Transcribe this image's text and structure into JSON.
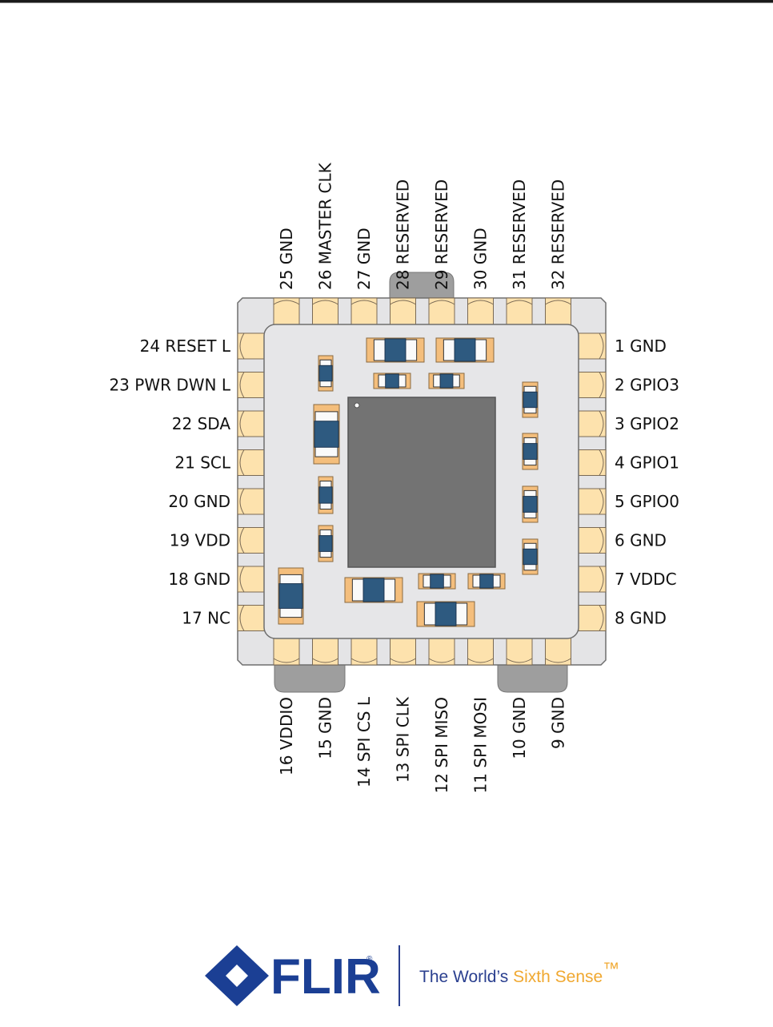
{
  "document": {
    "figure": "pinout-diagram",
    "pins": {
      "top": [
        {
          "num": "25",
          "name": "GND",
          "label": "25 GND"
        },
        {
          "num": "26",
          "name": "MASTER CLK",
          "label": "26 MASTER CLK"
        },
        {
          "num": "27",
          "name": "GND",
          "label": "27 GND"
        },
        {
          "num": "28",
          "name": "RESERVED",
          "label": "28 RESERVED"
        },
        {
          "num": "29",
          "name": "RESERVED",
          "label": "29 RESERVED"
        },
        {
          "num": "30",
          "name": "GND",
          "label": "30 GND"
        },
        {
          "num": "31",
          "name": "RESERVED",
          "label": "31 RESERVED"
        },
        {
          "num": "32",
          "name": "RESERVED",
          "label": "32 RESERVED"
        }
      ],
      "left": [
        {
          "num": "24",
          "name": "RESET L",
          "label": "24 RESET L"
        },
        {
          "num": "23",
          "name": "PWR DWN L",
          "label": "23 PWR DWN L"
        },
        {
          "num": "22",
          "name": "SDA",
          "label": "22 SDA"
        },
        {
          "num": "21",
          "name": "SCL",
          "label": "21 SCL"
        },
        {
          "num": "20",
          "name": "GND",
          "label": "20 GND"
        },
        {
          "num": "19",
          "name": "VDD",
          "label": "19 VDD"
        },
        {
          "num": "18",
          "name": "GND",
          "label": "18 GND"
        },
        {
          "num": "17",
          "name": "NC",
          "label": "17 NC"
        }
      ],
      "right": [
        {
          "num": "1",
          "name": "GND",
          "label": "1 GND"
        },
        {
          "num": "2",
          "name": "GPIO3",
          "label": "2 GPIO3"
        },
        {
          "num": "3",
          "name": "GPIO2",
          "label": "3 GPIO2"
        },
        {
          "num": "4",
          "name": "GPIO1",
          "label": "4 GPIO1"
        },
        {
          "num": "5",
          "name": "GPIO0",
          "label": "5 GPIO0"
        },
        {
          "num": "6",
          "name": "GND",
          "label": "6 GND"
        },
        {
          "num": "7",
          "name": "VDDC",
          "label": "7 VDDC"
        },
        {
          "num": "8",
          "name": "GND",
          "label": "8 GND"
        }
      ],
      "bottom": [
        {
          "num": "16",
          "name": "VDDIO",
          "label": "16 VDDIO"
        },
        {
          "num": "15",
          "name": "GND",
          "label": "15 GND"
        },
        {
          "num": "14",
          "name": "SPI CS L",
          "label": "14 SPI CS L"
        },
        {
          "num": "13",
          "name": "SPI CLK",
          "label": "13 SPI CLK"
        },
        {
          "num": "12",
          "name": "SPI MISO",
          "label": "12 SPI MISO"
        },
        {
          "num": "11",
          "name": "SPI MOSI",
          "label": "11 SPI MOSI"
        },
        {
          "num": "10",
          "name": "GND",
          "label": "10 GND"
        },
        {
          "num": "9",
          "name": "GND",
          "label": "9 GND"
        }
      ]
    },
    "colors": {
      "pad": "#fde2ad",
      "body": "#e4e4e6",
      "die": "#737373",
      "component_dark": "#2e5a80",
      "component_end": "#f4be7c",
      "tab": "#9e9e9e",
      "brand_blue": "#1b3f94",
      "brand_orange": "#f0a830"
    }
  },
  "footer": {
    "logo_word": "FLIR",
    "registered_mark": "®",
    "tagline_part1": "The World’s ",
    "tagline_part2": "Sixth Sense",
    "trademark_mark": "™"
  }
}
